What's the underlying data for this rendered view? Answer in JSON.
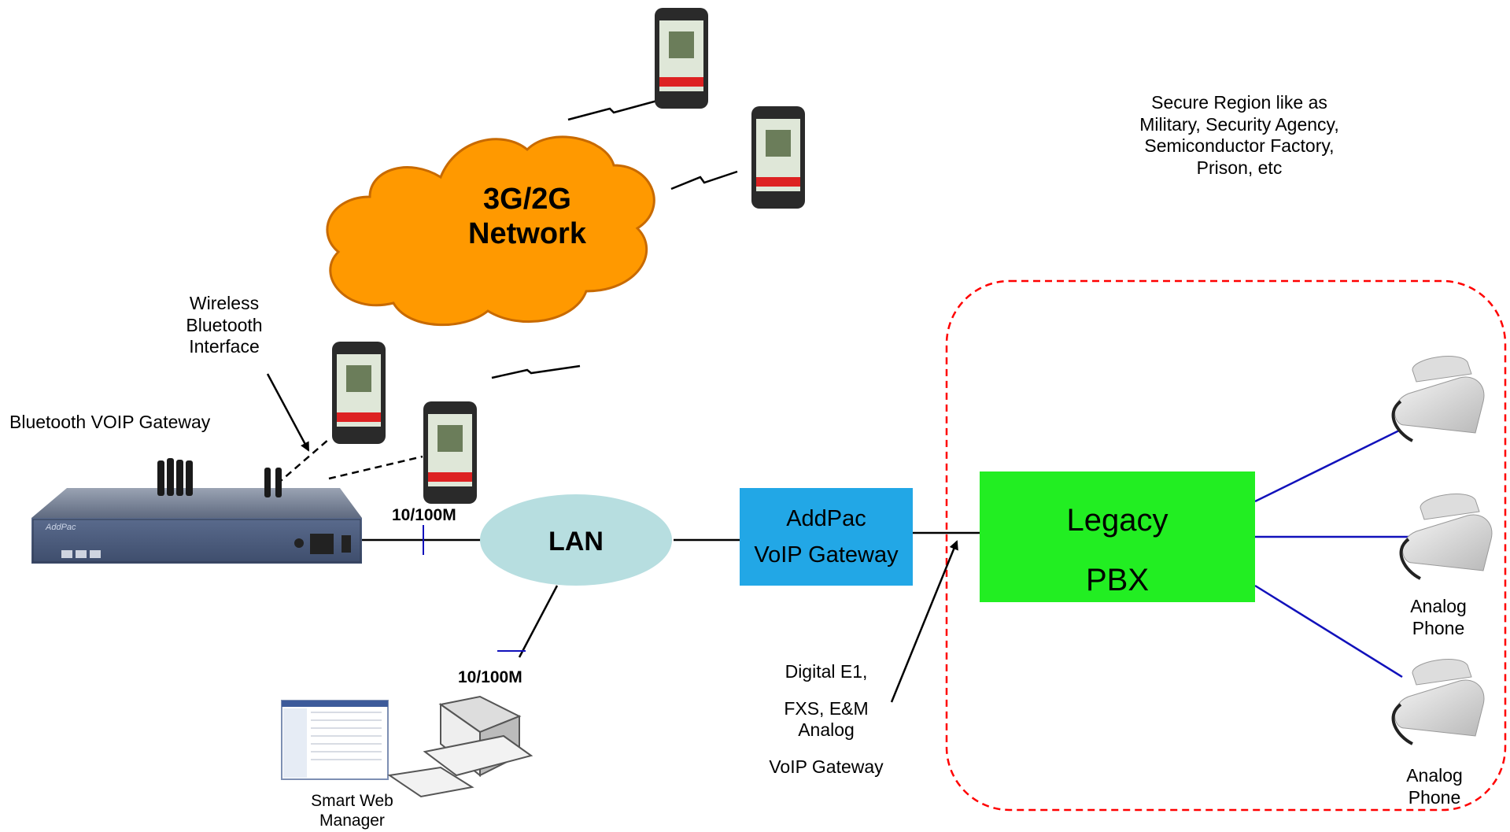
{
  "secure_region": {
    "lines": [
      "Secure Region like as",
      "Military, Security Agency,",
      "Semiconductor Factory,",
      "Prison, etc"
    ]
  },
  "cloud": {
    "line1": "3G/2G",
    "line2": "Network",
    "color": "#FF9900"
  },
  "wireless_label": {
    "lines": [
      "Wireless",
      "Bluetooth",
      "Interface"
    ]
  },
  "gateway_label": "Bluetooth VOIP Gateway",
  "gateway_brand": "AddPac",
  "lan": {
    "label": "LAN",
    "color": "#B7DEE0"
  },
  "speed_top": "10/100M",
  "speed_bottom": "10/100M",
  "addpac_box": {
    "line1": "AddPac",
    "line2": "VoIP Gateway",
    "color": "#22A7E6"
  },
  "pbx_box": {
    "line1": "Legacy",
    "line2": "PBX",
    "color": "#22EE22"
  },
  "interfaces_label": {
    "lines": [
      "Digital E1,",
      "FXS, E&M",
      "Analog",
      "VoIP Gateway"
    ]
  },
  "analog_phone_1": {
    "line1": "Analog",
    "line2": "Phone"
  },
  "analog_phone_2": {
    "line1": "Analog",
    "line2": "Phone"
  },
  "manager_label": {
    "line1": "Smart Web",
    "line2": "Manager"
  },
  "region_border_color": "#FF0000",
  "phone_link_color": "#1111BB"
}
